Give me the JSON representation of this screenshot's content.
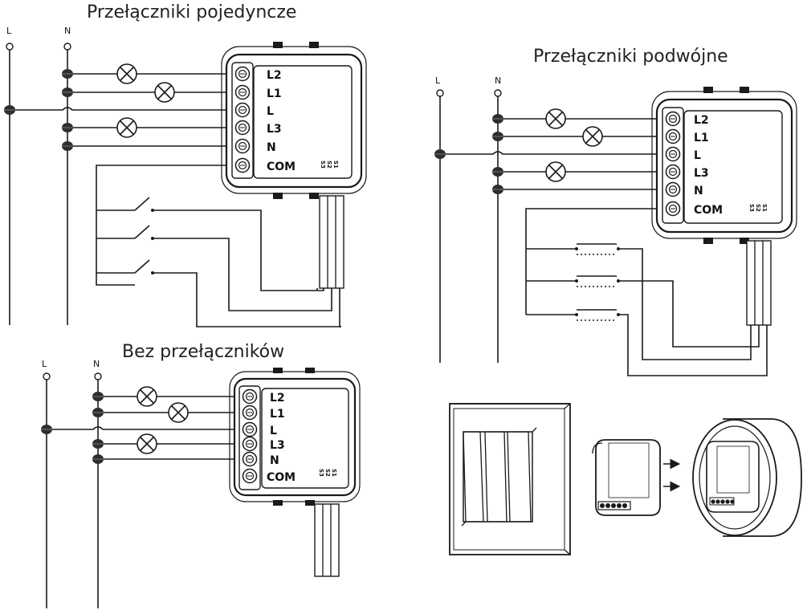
{
  "diagrams": {
    "single": {
      "title": "Przełączniki pojedyncze",
      "label_l": "L",
      "label_n": "N"
    },
    "double": {
      "title": "Przełączniki podwójne",
      "label_l": "L",
      "label_n": "N"
    },
    "none": {
      "title": "Bez przełączników",
      "label_l": "L",
      "label_n": "N"
    }
  },
  "terminals": [
    "L2",
    "L1",
    "L",
    "L3",
    "N",
    "COM"
  ],
  "switch_inputs": [
    "S3",
    "S2",
    "S1"
  ],
  "colors": {
    "line": "#1a1a1a",
    "terminal": "#333333",
    "background": "#ffffff"
  },
  "icons": [
    "bulb-icon",
    "junction-dot",
    "switch-contact",
    "wall-switch-illustration",
    "relay-module-illustration",
    "wall-box-illustration",
    "arrow-icon"
  ]
}
